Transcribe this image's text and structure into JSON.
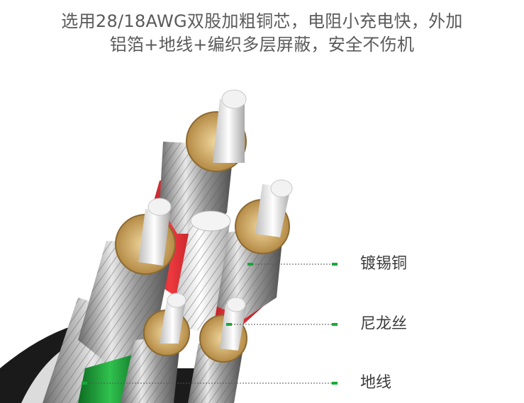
{
  "headline": {
    "line1": "选用28/18AWG双股加粗铜芯，电阻小充电快，外加",
    "line2": "铝箔+地线+编织多层屏蔽，安全不伤机"
  },
  "callouts": {
    "tinned_copper": "镀锡铜",
    "nylon_yarn": "尼龙丝",
    "ground_wire": "地线"
  },
  "colors": {
    "text": "#5a5a5a",
    "callout_text": "#3c3c3c",
    "leader_dot": "#1aa83a",
    "insulation_red": "#d8202a",
    "insulation_green": "#1ea33c",
    "insulation_white": "#f2f2f2",
    "copper_tin": "#d9b878",
    "outer_jacket": "#1a1a1a"
  }
}
